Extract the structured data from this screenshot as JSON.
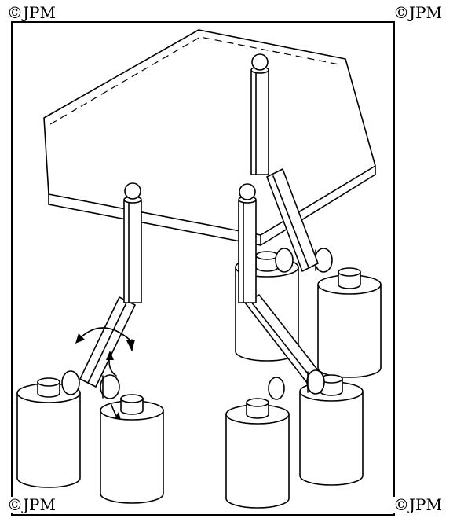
{
  "watermarks": {
    "top_left": "©JPM",
    "top_right": "©JPM",
    "bottom_left": "©JPM",
    "bottom_right": "©JPM"
  }
}
